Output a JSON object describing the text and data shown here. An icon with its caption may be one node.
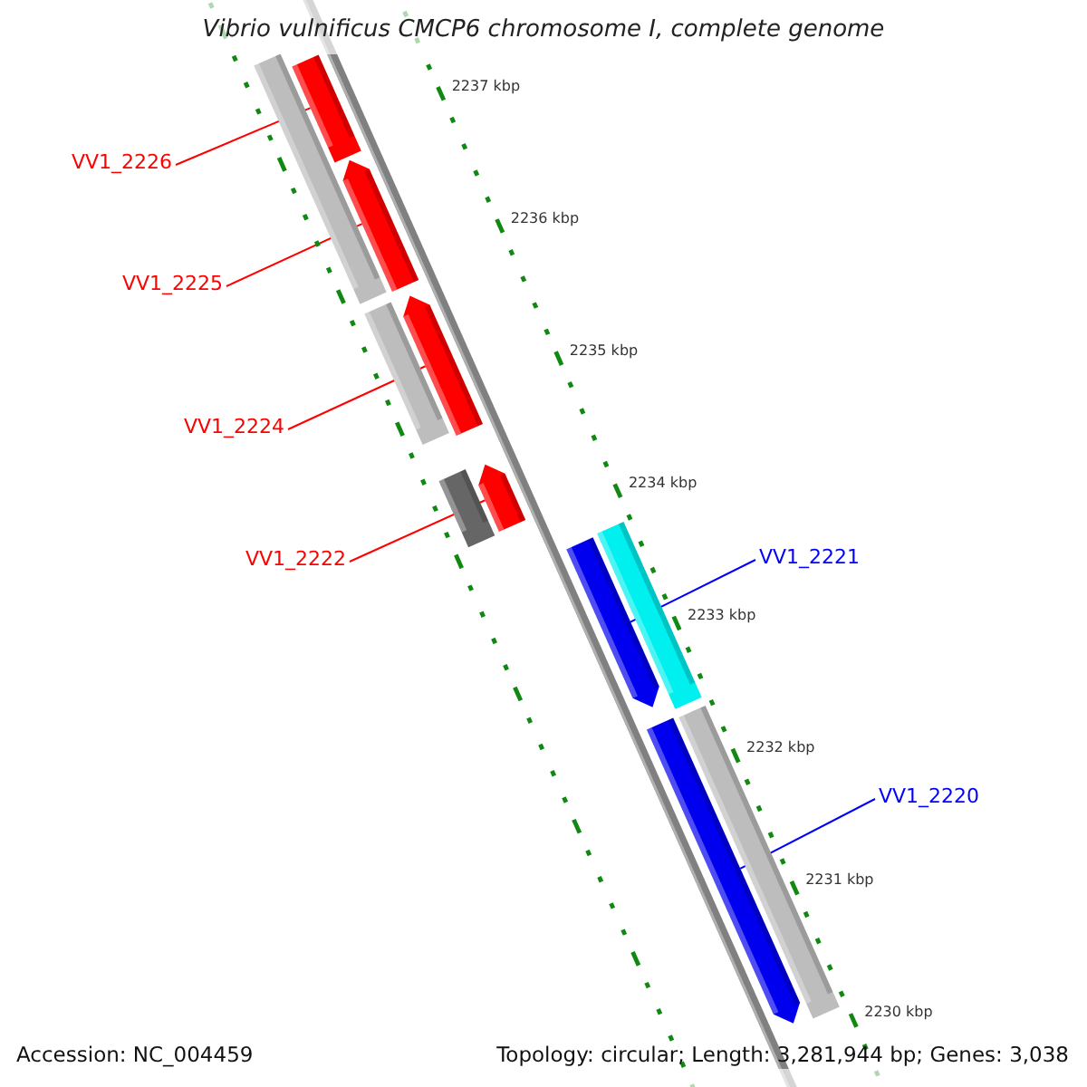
{
  "diagram": {
    "title": "Vibrio vulnificus CMCP6 chromosome I, complete genome",
    "nodes": [
      {
        "text": [],
        "shape": "bar"
      },
      {
        "text": [],
        "shape": "bar"
      },
      {
        "text": [
          "VV1_2226"
        ]
      },
      {
        "text": [],
        "shape": "bar"
      },
      {
        "text": [
          "VV1_2225"
        ]
      },
      {
        "text": [],
        "shape": "bar"
      },
      {
        "text": [],
        "shape": "bar"
      },
      {
        "text": [
          "VV1_2224"
        ]
      },
      {
        "text": [],
        "shape": "bar"
      },
      {
        "text": [],
        "shape": "bar"
      },
      {
        "text": [
          "VV1_2222"
        ]
      },
      {
        "text": [],
        "shape": "bar"
      },
      {
        "text": [],
        "shape": "bar"
      },
      {
        "text": [
          "VV1_2221"
        ]
      },
      {
        "text": [],
        "shape": "bar"
      },
      {
        "text": [],
        "shape": "bar"
      },
      {
        "text": [
          "VV1_2220"
        ]
      }
    ],
    "edges": [
      {
        "from": 2,
        "to": 0,
        "arrow": "none",
        "color": "#ff0000"
      },
      {
        "from": 4,
        "to": 3,
        "arrow": "none",
        "color": "#ff0000"
      },
      {
        "from": 7,
        "to": 6,
        "arrow": "none",
        "color": "#ff0000"
      },
      {
        "from": 10,
        "to": 9,
        "arrow": "none",
        "color": "#ff0000"
      },
      {
        "from": 13,
        "to": 12,
        "arrow": "none",
        "color": "#0000ff"
      },
      {
        "from": 16,
        "to": 15,
        "arrow": "none",
        "color": "#0000ff"
      }
    ],
    "labels": [
      "2237 kbp",
      "2236 kbp",
      "2235 kbp",
      "2234 kbp",
      "2233 kbp",
      "2232 kbp",
      "2231 kbp",
      "2230 kbp",
      "Accession: NC_004459",
      "Topology: circular; Length: 3,281,944 bp; Genes: 3,038"
    ]
  }
}
